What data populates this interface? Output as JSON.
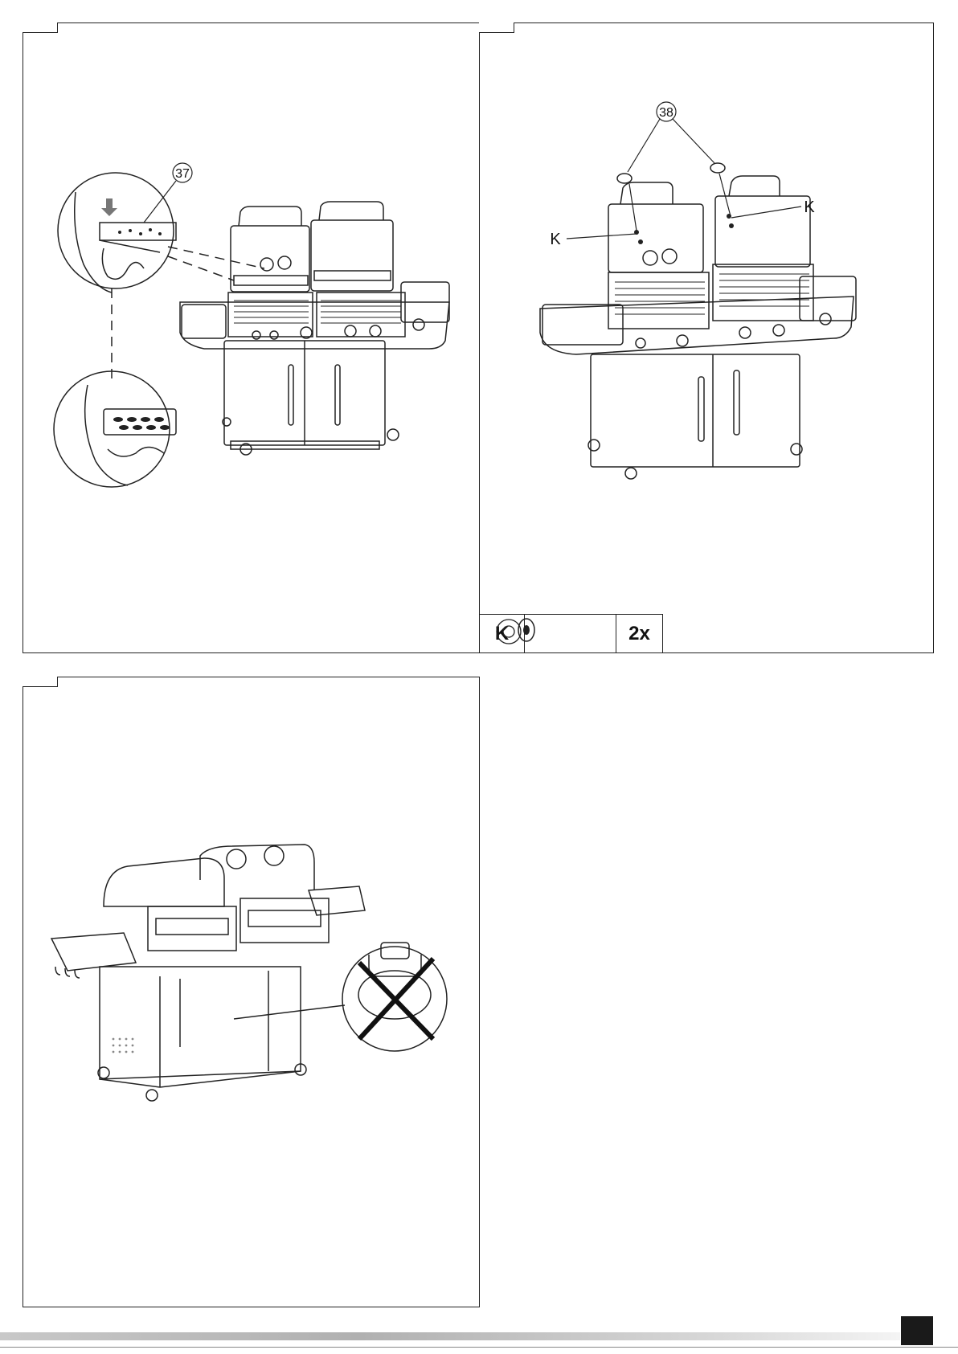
{
  "panels": {
    "step_a": {
      "callout": "37"
    },
    "step_b": {
      "callout": "38",
      "label_left": "K",
      "label_right": "K",
      "parts": {
        "letter": "K",
        "icon": "washer-icon",
        "quantity": "2x"
      }
    },
    "step_c": {
      "note_icon": "no-gas-bottle-icon"
    }
  },
  "colors": {
    "line": "#222222",
    "page_badge": "#1a1a1a"
  }
}
